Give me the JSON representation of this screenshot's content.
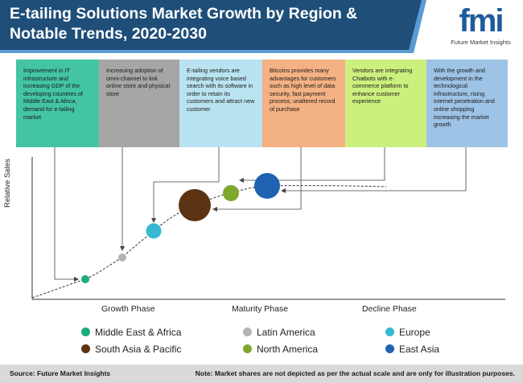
{
  "header": {
    "title": "E-tailing Solutions Market Growth by Region & Notable Trends, 2020-2030",
    "logo_text": "fmi",
    "logo_sub": "Future Market Insights",
    "bg_color": "#1f4e79",
    "accent_color": "#5b9bd5"
  },
  "trends": [
    {
      "text": "Improvement in IT infrastructure and increasing GDP of the developing countries of Middle East & Africa, demand for e-tailing market",
      "color": "#43c4a3"
    },
    {
      "text": "Increasing adoption of omni-channel to link online store and physical store",
      "color": "#a6a6a6"
    },
    {
      "text": "E-tailing vendors are integrating  voice based search with its software in order to retain its customers and attract new customer",
      "color": "#b9e3f1"
    },
    {
      "text": "Bitcoins provides many advantages for customers such as high level of data security, fast payment process, unaltered record of purchase",
      "color": "#f4b183"
    },
    {
      "text": "Vendors are integrating Chatbots with e-commerce platform to enhance customer experience",
      "color": "#ccf07e"
    },
    {
      "text": "With the growth and development in the technological infrastructure, rising internet penetration and online shopping increasing the market growth",
      "color": "#9dc3e6"
    }
  ],
  "chart_data": {
    "type": "scatter",
    "title": "",
    "xlabel": "",
    "ylabel": "Relative Sales",
    "phases": [
      "Growth Phase",
      "Maturity Phase",
      "Decline Phase"
    ],
    "grid": false,
    "legend_position": "bottom",
    "series": [
      {
        "name": "Middle East & Africa",
        "color": "#1aab7f"
      },
      {
        "name": "Latin America",
        "color": "#b3b3b3"
      },
      {
        "name": "Europe",
        "color": "#39b8d4"
      },
      {
        "name": "South Asia & Pacific",
        "color": "#5c3312"
      },
      {
        "name": "North America",
        "color": "#7fa72d"
      },
      {
        "name": "East Asia",
        "color": "#1f63b0"
      }
    ]
  },
  "footer": {
    "source": "Source: Future Market Insights",
    "note": "Note: Market shares are not depicted as per the actual scale and are only for illustration purposes."
  }
}
